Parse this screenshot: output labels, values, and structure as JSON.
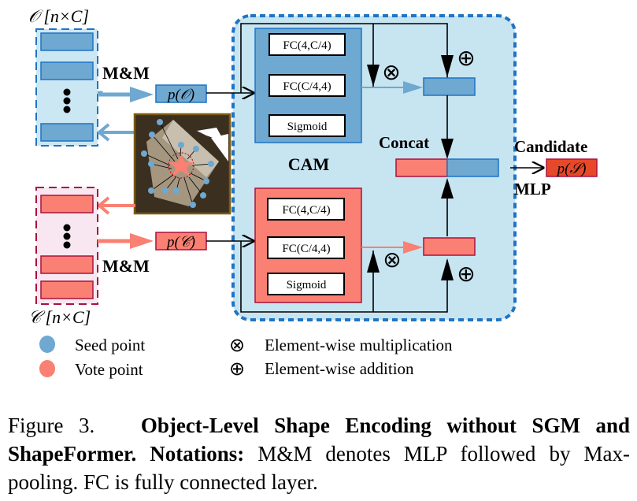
{
  "colors": {
    "blue": "#6fa8d0",
    "blue_dark": "#1f74c4",
    "blue_panel": "#c7e4f1",
    "red": "#f98072",
    "red_dark": "#a8123c",
    "red_panel": "#f8e7f1",
    "candidate": "#e8482a",
    "frame": "#7a5a10"
  },
  "diagram": {
    "object_set_label": "𝒪  [n×C]",
    "cluster_set_label": "𝒞  [n×C]",
    "mm_top": "M&M",
    "mm_bottom": "M&M",
    "p_object": "p(𝒪)",
    "p_cluster": "p(𝒞)",
    "p_shape": "p(𝒮)",
    "cam_label": "CAM",
    "concat_label": "Concat",
    "candidate_label": "Candidate",
    "mlp_label": "MLP",
    "cam_blue": [
      "FC(4,C/4)",
      "FC(C/4,4)",
      "Sigmoid"
    ],
    "cam_red": [
      "FC(4,C/4)",
      "FC(C/4,4)",
      "Sigmoid"
    ],
    "mult_symbol": "⊗",
    "add_symbol": "⊕"
  },
  "legend": {
    "seed": "Seed point",
    "vote": "Vote point",
    "mult": "Element-wise multiplication",
    "add": "Element-wise addition"
  },
  "caption": {
    "prefix": "Figure 3.",
    "bold": "Object-Level Shape Encoding without SGM and ShapeFormer. Notations:",
    "rest": "M&M denotes MLP followed by Max-pooling. FC is fully connected layer."
  }
}
